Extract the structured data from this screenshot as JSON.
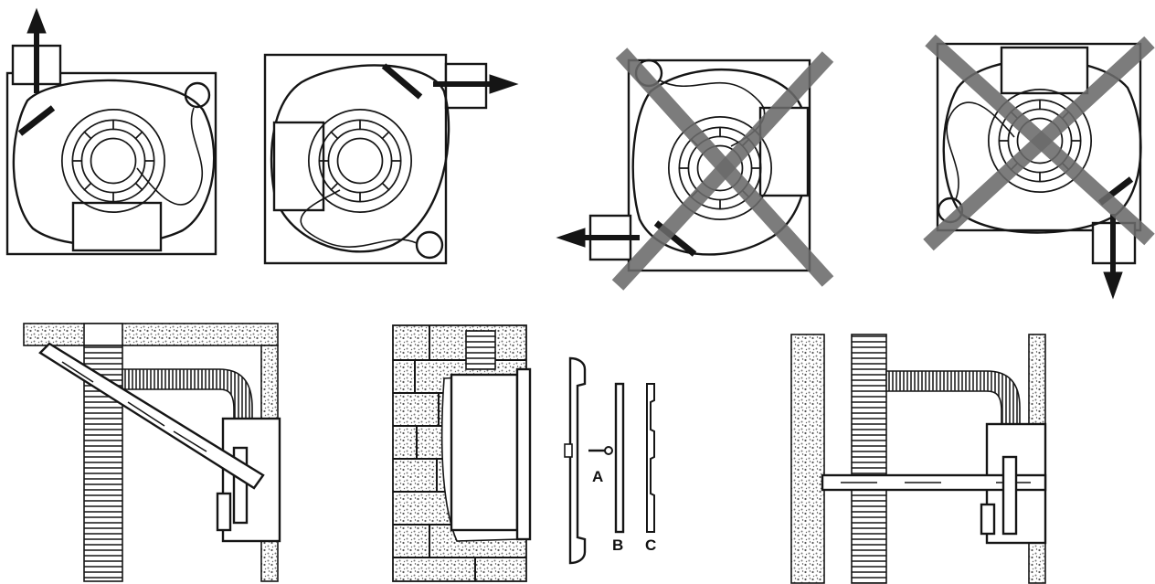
{
  "figure": {
    "labels": {
      "a": "A",
      "b": "B",
      "c": "C"
    },
    "icons": {
      "arrow_up": "arrow-up-icon",
      "arrow_right": "arrow-right-icon",
      "arrow_left": "arrow-left-icon",
      "arrow_down": "arrow-down-icon"
    },
    "colors": {
      "ink": "#151515",
      "cross_out": "#6a6a6a",
      "texture": "#8e8e8e"
    }
  }
}
